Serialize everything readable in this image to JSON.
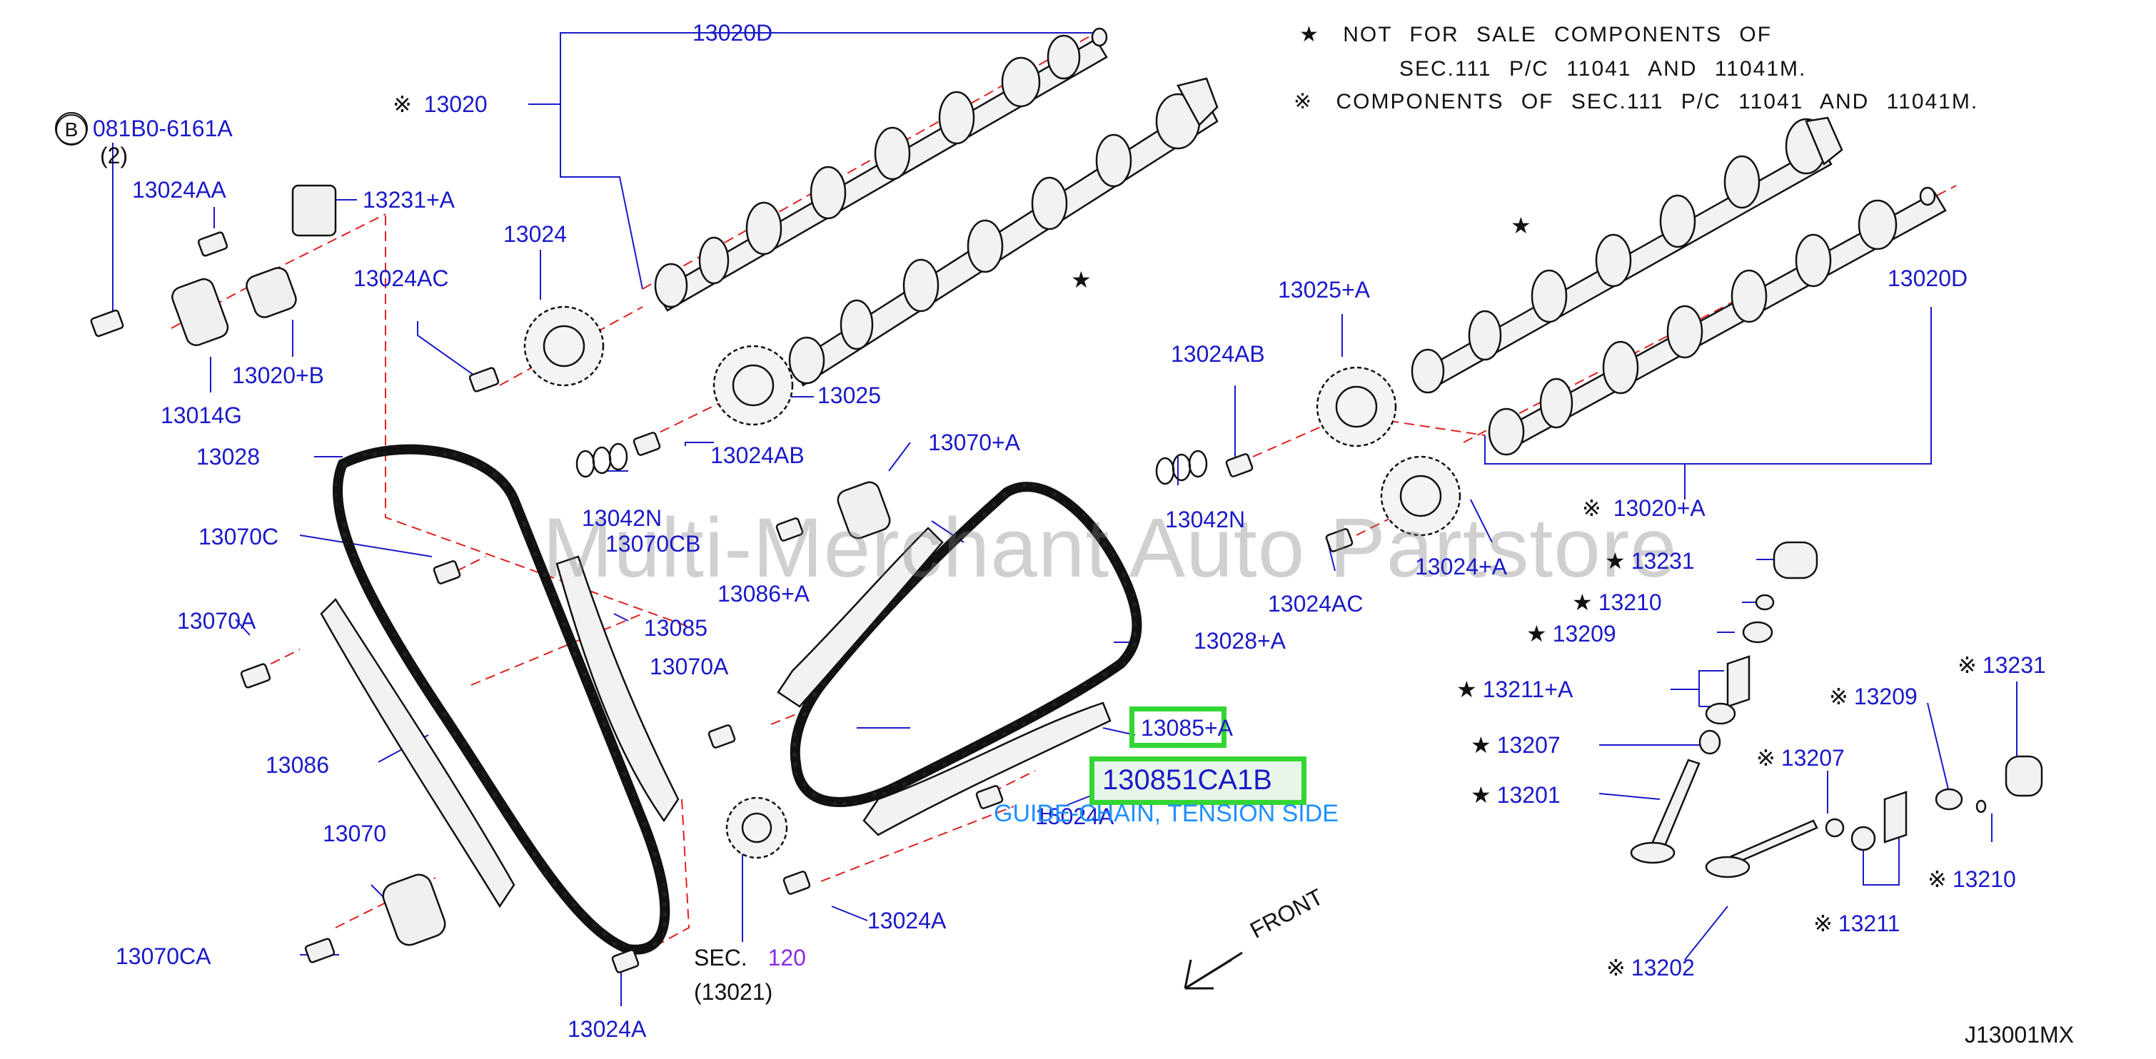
{
  "notes": {
    "star_symbol": "★",
    "ref_symbol": "※",
    "line1": "NOT FOR SALE COMPONENTS OF",
    "line2": "SEC.111 P/C 11041 AND 11041M.",
    "line3": "COMPONENTS OF SEC.111 P/C 11041 AND 11041M."
  },
  "callouts": {
    "c_13020D_top": "13020D",
    "c_13020": "13020",
    "c_081B0": "081B0-6161A",
    "c_081B0_qty": "(2)",
    "c_13024AA": "13024AA",
    "c_13231A": "13231+A",
    "c_13024": "13024",
    "c_13024AC_left": "13024AC",
    "c_13020B": "13020+B",
    "c_13014G": "13014G",
    "c_13025": "13025",
    "c_13028": "13028",
    "c_13024AB_left": "13024AB",
    "c_13042N_left": "13042N",
    "c_13070CB": "13070CB",
    "c_13070C": "13070C",
    "c_13070A_left": "13070A",
    "c_13085": "13085",
    "c_13086A": "13086+A",
    "c_13070A_mid": "13070A",
    "c_13086": "13086",
    "c_13070": "13070",
    "c_13070CA": "13070CA",
    "c_13024A_bot": "13024A",
    "c_13024A_mid": "13024A",
    "c_sec": "SEC.",
    "c_sec_num": "120",
    "c_13021": "(13021)",
    "c_13070A_top": "13070+A",
    "c_13028A": "13028+A",
    "c_13085A": "13085+A",
    "c_130851CA1B": "130851CA1B",
    "c_desc": "GUIDE-CHAIN, TENSION SIDE",
    "c_15024A": "15024A",
    "c_13025A": "13025+A",
    "c_13024AB_right": "13024AB",
    "c_13042N_right": "13042N",
    "c_13024AC_right": "13024AC",
    "c_13024A_right": "13024+A",
    "c_13020D_right": "13020D",
    "c_13020A": "13020+A",
    "c_13231_star": "13231",
    "c_13210_star": "13210",
    "c_13209_star": "13209",
    "c_13211A_star": "13211+A",
    "c_13207_star": "13207",
    "c_13201_star": "13201",
    "c_13209_ref": "13209",
    "c_13231_ref": "13231",
    "c_13207_ref": "13207",
    "c_13210_ref": "13210",
    "c_13211_ref": "13211",
    "c_13202_ref": "13202",
    "front": "FRONT"
  },
  "watermark": "Multi-Merchant Auto Partstore",
  "diagram_code": "J13001MX",
  "colors": {
    "label": "#1a1ac8",
    "highlight": "#33d633",
    "dash": "#e02020",
    "desc": "#1e90ff"
  }
}
